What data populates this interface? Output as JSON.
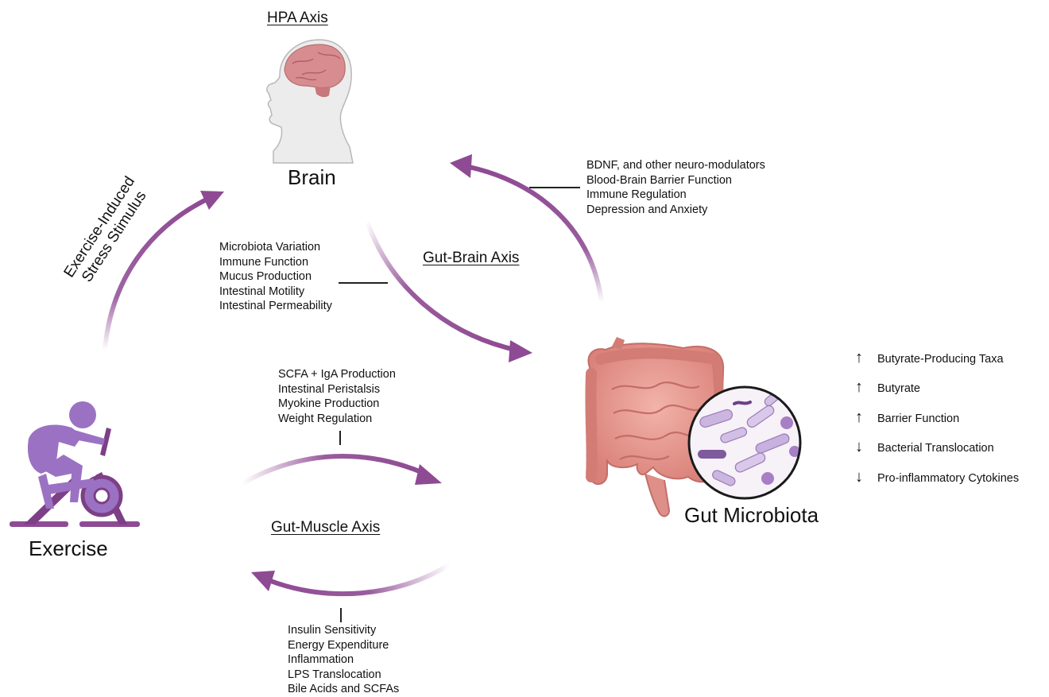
{
  "nodes": {
    "hpa_axis": "HPA Axis",
    "brain": "Brain",
    "exercise": "Exercise",
    "gut_microbiota": "Gut Microbiota"
  },
  "axes": {
    "gut_brain": "Gut-Brain Axis",
    "gut_muscle": "Gut-Muscle Axis",
    "exercise_stress": [
      "Exercise-Induced",
      "Stress Stimulus"
    ]
  },
  "lists": {
    "gut_to_brain": [
      "BDNF, and other neuro-modulators",
      "Blood-Brain Barrier Function",
      "Immune Regulation",
      "Depression and Anxiety"
    ],
    "brain_to_gut": [
      "Microbiota Variation",
      "Immune Function",
      "Mucus Production",
      "Intestinal Motility",
      "Intestinal Permeability"
    ],
    "exercise_to_gut": [
      "SCFA + IgA Production",
      "Intestinal Peristalsis",
      "Myokine Production",
      "Weight Regulation"
    ],
    "gut_to_muscle": [
      "Insulin Sensitivity",
      "Energy Expenditure",
      "Inflammation",
      "LPS Translocation",
      "Bile Acids and SCFAs"
    ]
  },
  "microbiota_effects": [
    {
      "direction": "up",
      "label": "Butyrate-Producing Taxa"
    },
    {
      "direction": "up",
      "label": "Butyrate"
    },
    {
      "direction": "up",
      "label": "Barrier Function"
    },
    {
      "direction": "down",
      "label": "Bacterial Translocation"
    },
    {
      "direction": "down",
      "label": "Pro-inflammatory Cytokines"
    }
  ],
  "icons": {
    "brain": "head-brain-icon",
    "exercise": "stationary-bike-icon",
    "gut": "intestine-icon",
    "microbes": "bacteria-magnifier-icon"
  },
  "colors": {
    "arrow": "#8e4a93",
    "exercise_figure": "#9b72c3",
    "gut": "#e0938f",
    "brain": "#d08a8c"
  }
}
